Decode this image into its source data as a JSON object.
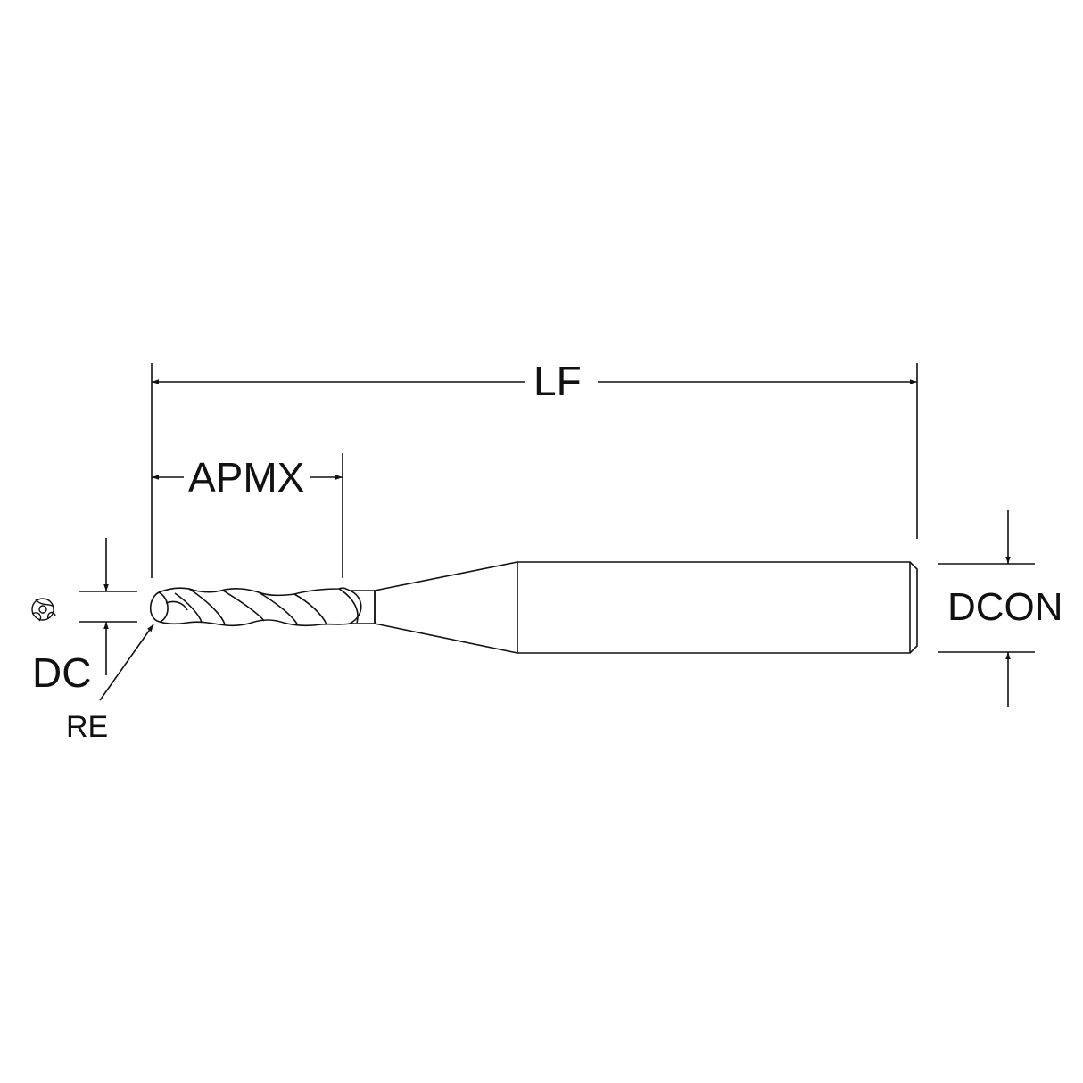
{
  "labels": {
    "lf": "LF",
    "apmx": "APMX",
    "dcon": "DCON",
    "dc": "DC",
    "re": "RE"
  },
  "colors": {
    "line": "#111111",
    "background": "#ffffff"
  },
  "icons": {
    "end_view": "tool-end-view-icon"
  }
}
